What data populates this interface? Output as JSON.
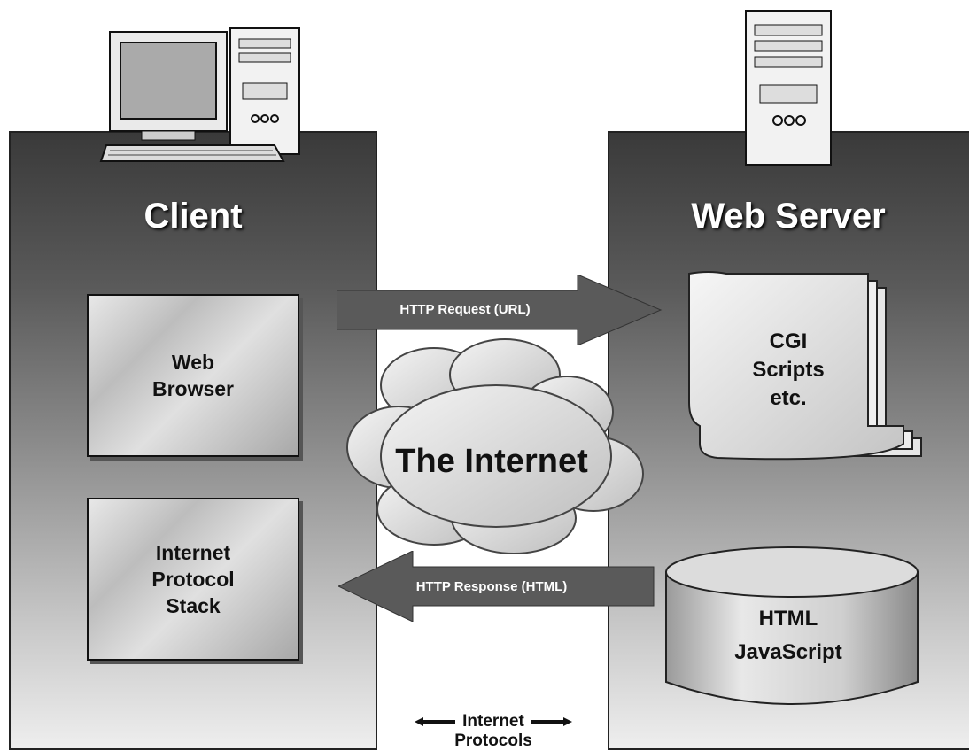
{
  "client": {
    "title": "Client"
  },
  "server": {
    "title": "Web Server"
  },
  "boxes": {
    "browser": [
      "Web",
      "Browser"
    ],
    "stack": [
      "Internet",
      "Protocol",
      "Stack"
    ]
  },
  "arrows": {
    "request": "HTTP Request (URL)",
    "response": "HTTP Response (HTML)"
  },
  "cloud": {
    "label": "The Internet"
  },
  "scripts": [
    "CGI",
    "Scripts",
    "etc."
  ],
  "database": [
    "HTML",
    "JavaScript"
  ],
  "protocols": {
    "line1": "Internet",
    "line2": "Protocols"
  }
}
